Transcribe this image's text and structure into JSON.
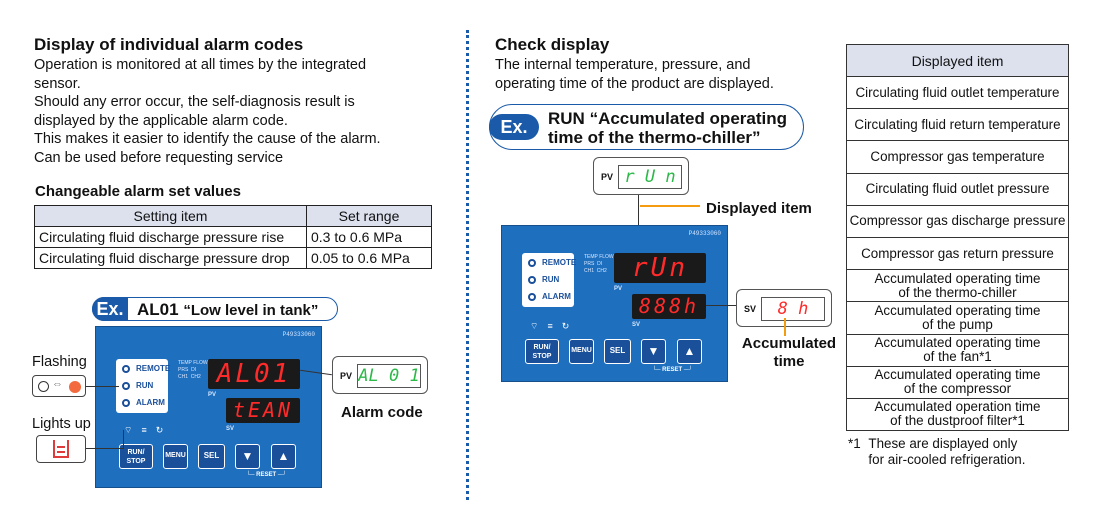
{
  "left": {
    "title": "Display of individual alarm codes",
    "desc": [
      "Operation is monitored at all times by the integrated",
      "sensor.",
      "Should any error occur, the self-diagnosis result is",
      "displayed by the applicable alarm code.",
      "This makes it easier to identify the cause of the alarm.",
      "Can be used before requesting service"
    ],
    "alarm_title": "Changeable alarm set values",
    "alarm_table": {
      "headers": [
        "Setting item",
        "Set range"
      ],
      "rows": [
        [
          "Circulating fluid discharge pressure rise",
          "0.3 to 0.6 MPa"
        ],
        [
          "Circulating fluid discharge pressure drop",
          "0.05 to 0.6 MPa"
        ]
      ]
    },
    "example": {
      "badge": "Ex.",
      "code": "AL01",
      "caption": "“Low level in tank”"
    },
    "flashing_label": "Flashing",
    "lights_up_label": "Lights up",
    "alarm_code_label": "Alarm code",
    "pv_display": "AL01",
    "sv_display": "tEAN",
    "callout_pv_label": "PV",
    "callout_display": "AL 0 1"
  },
  "panel": {
    "id": "P49333060",
    "leds": [
      "REMOTE",
      "RUN",
      "ALARM"
    ],
    "status": [
      "TEMP",
      "FLOW",
      "PRS",
      "DI",
      "CH1",
      "CH2"
    ],
    "pv_label": "PV",
    "sv_label": "SV",
    "buttons": {
      "run_stop_1": "RUN/",
      "run_stop_2": "STOP",
      "menu": "MENU",
      "sel": "SEL"
    },
    "reset": "RESET"
  },
  "middle": {
    "title": "Check display",
    "desc": [
      "The internal temperature, pressure, and",
      "operating time of the product are displayed."
    ],
    "example": {
      "badge": "Ex.",
      "line1_bold": "RUN",
      "line1_rest": "“Accumulated operating",
      "line2": "time of the thermo-chiller”"
    },
    "pv_callout_label": "PV",
    "pv_callout_display": "r U n",
    "displayed_item_label": "Displayed item",
    "pv_display": "rUn",
    "sv_display": "888h",
    "sv_callout_label": "SV",
    "sv_callout_display": "8 h",
    "accumulated_label_1": "Accumulated",
    "accumulated_label_2": "time"
  },
  "right": {
    "header": "Displayed item",
    "items": [
      [
        "Circulating fluid outlet temperature"
      ],
      [
        "Circulating fluid return temperature"
      ],
      [
        "Compressor gas temperature"
      ],
      [
        "Circulating fluid outlet pressure"
      ],
      [
        "Compressor gas discharge pressure"
      ],
      [
        "Compressor gas return pressure"
      ],
      [
        "Accumulated operating time",
        "of the thermo-chiller"
      ],
      [
        "Accumulated operating time",
        "of the pump"
      ],
      [
        "Accumulated operating time",
        "of the fan*1"
      ],
      [
        "Accumulated operating time",
        "of the compressor"
      ],
      [
        "Accumulated operation time",
        "of the dustproof filter*1"
      ]
    ],
    "footnote_mark": "*1",
    "footnote_1": "These are displayed only",
    "footnote_2": "for air-cooled refrigeration."
  },
  "colors": {
    "accent": "#1a5aa8",
    "panel": "#1f6fbf",
    "orange": "#f39c12",
    "seg_red": "#ff2a2a",
    "seg_green": "#2db84a",
    "table_header": "#dde1ee"
  }
}
